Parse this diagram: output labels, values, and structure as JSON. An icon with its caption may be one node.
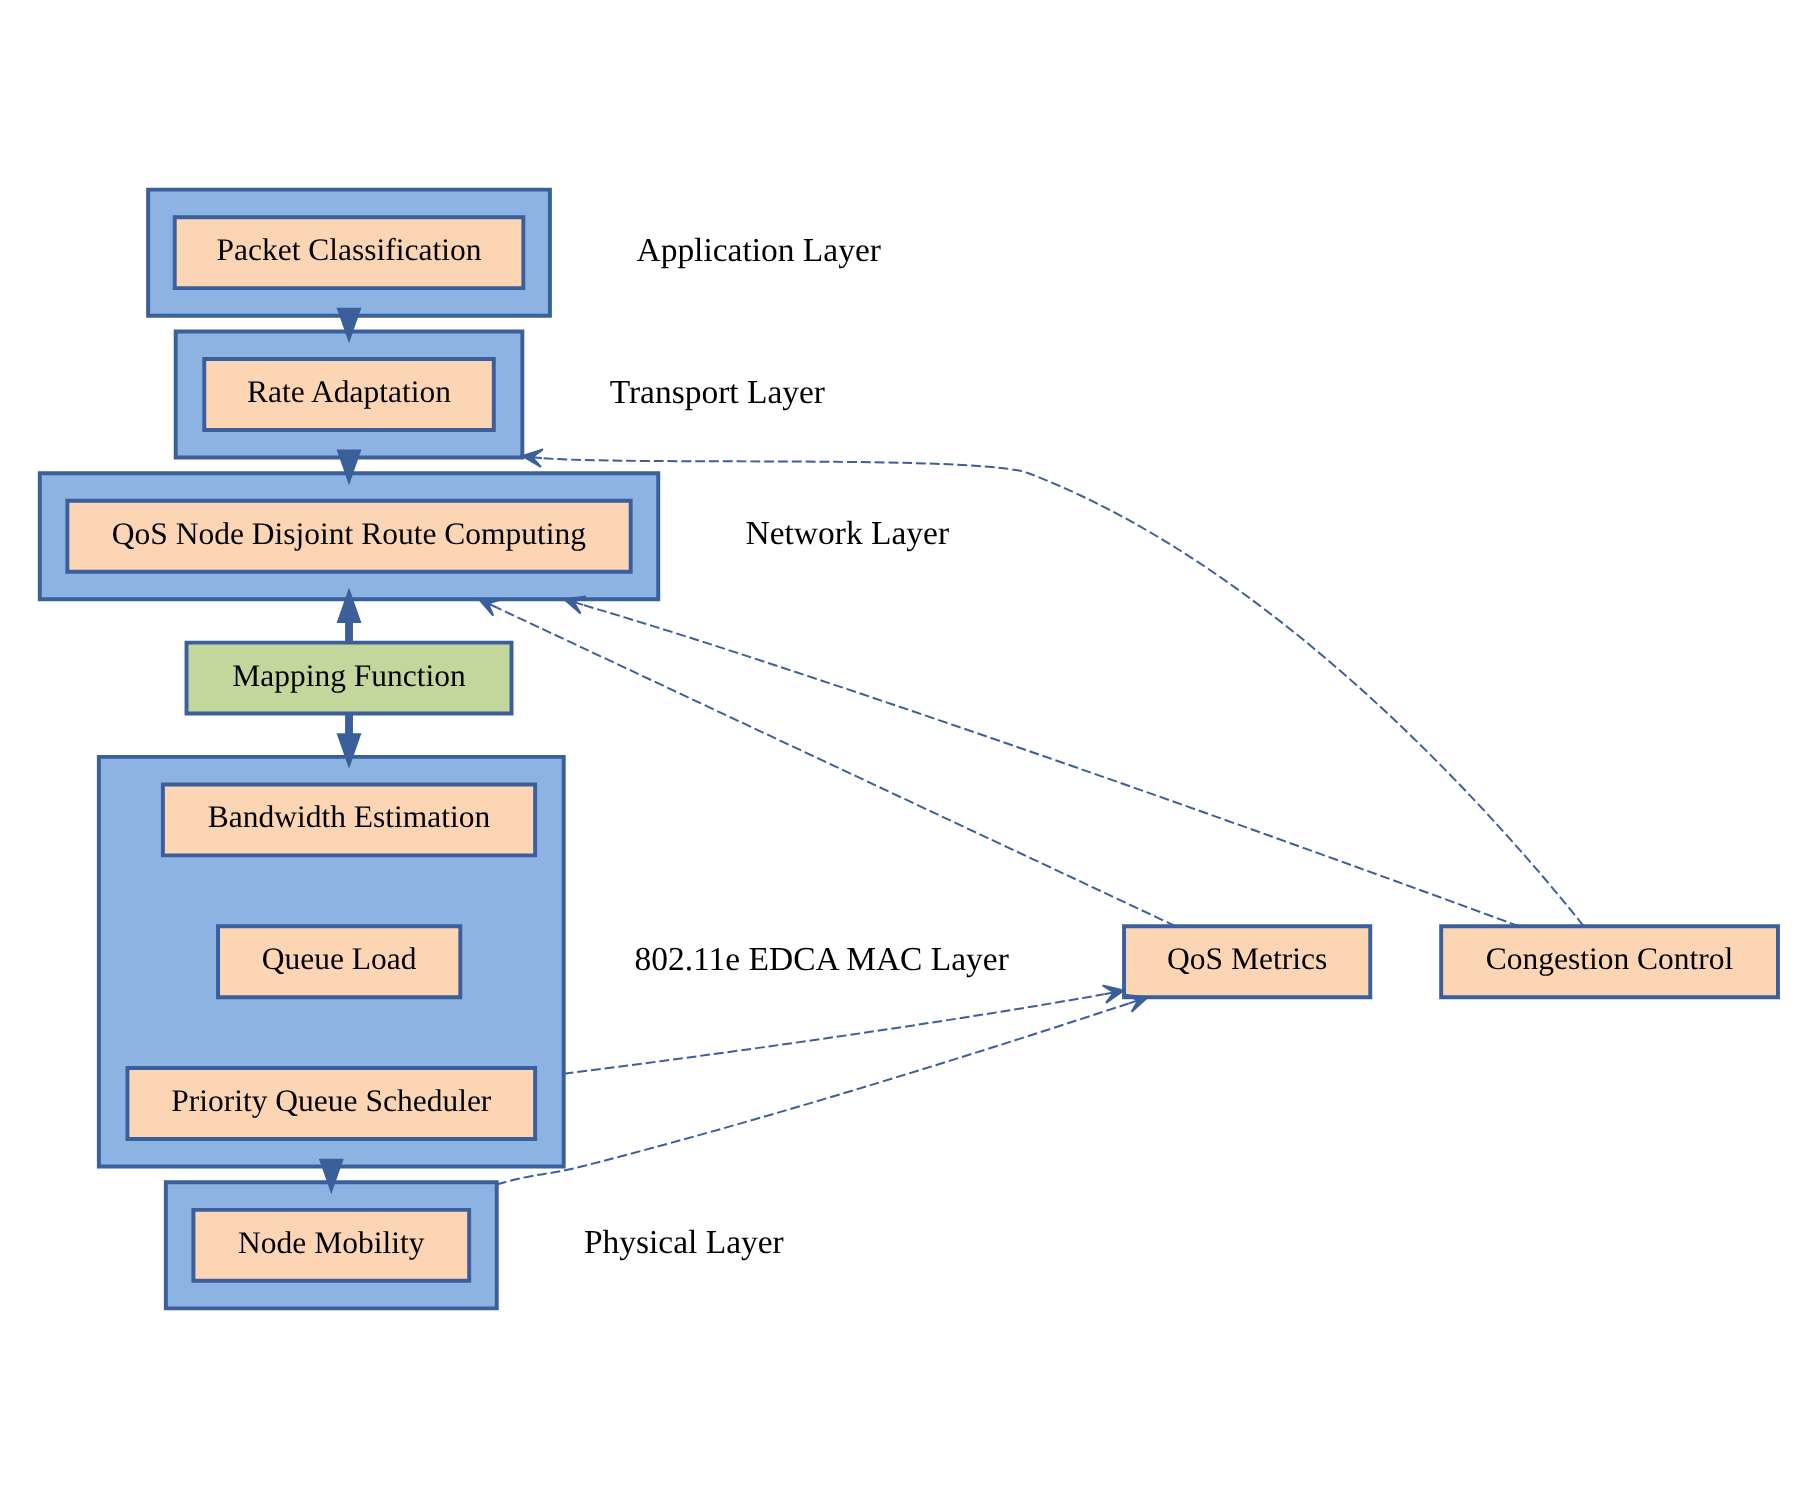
{
  "diagram": {
    "nodes": [
      {
        "text": [],
        "shape": "box"
      },
      {
        "text": [
          "Packet Classification"
        ],
        "in": 0
      },
      {
        "text": [],
        "shape": "box"
      },
      {
        "text": [
          "Rate Adaptation"
        ],
        "in": 2
      },
      {
        "text": [],
        "shape": "box"
      },
      {
        "text": [
          "QoS Node Disjoint Route Computing"
        ],
        "in": 4
      },
      {
        "text": [
          "Mapping Function"
        ]
      },
      {
        "text": [],
        "shape": "box"
      },
      {
        "text": [
          "Bandwidth Estimation"
        ],
        "in": 7
      },
      {
        "text": [
          "Queue Load"
        ],
        "in": 7
      },
      {
        "text": [
          "Priority Queue Scheduler"
        ],
        "in": 7
      },
      {
        "text": [],
        "shape": "box"
      },
      {
        "text": [
          "Node Mobility"
        ],
        "in": 11
      },
      {
        "text": [
          "QoS Metrics"
        ]
      },
      {
        "text": [
          "Congestion Control"
        ]
      }
    ],
    "edges": [
      {
        "from": 0,
        "to": 2,
        "arrow": "to",
        "style": "thick"
      },
      {
        "from": 2,
        "to": 4,
        "arrow": "to",
        "style": "thick"
      },
      {
        "from": 6,
        "to": 4,
        "arrow": "to",
        "style": "thick"
      },
      {
        "from": 6,
        "to": 7,
        "arrow": "to",
        "style": "thick"
      },
      {
        "from": 7,
        "to": 11,
        "arrow": "to",
        "style": "thick"
      },
      {
        "from": 13,
        "to": 4,
        "arrow": "to",
        "style": "dashed"
      },
      {
        "from": 7,
        "to": 13,
        "arrow": "to",
        "style": "dashed"
      },
      {
        "from": 11,
        "to": 13,
        "arrow": "to",
        "style": "dashed"
      },
      {
        "from": 14,
        "to": 2,
        "arrow": "to",
        "style": "dashed"
      },
      {
        "from": 14,
        "to": 4,
        "arrow": "to",
        "style": "dashed"
      }
    ],
    "labels": [
      "Application Layer",
      "Transport Layer",
      "Network Layer",
      "802.11e EDCA MAC Layer",
      "Physical Layer"
    ]
  }
}
